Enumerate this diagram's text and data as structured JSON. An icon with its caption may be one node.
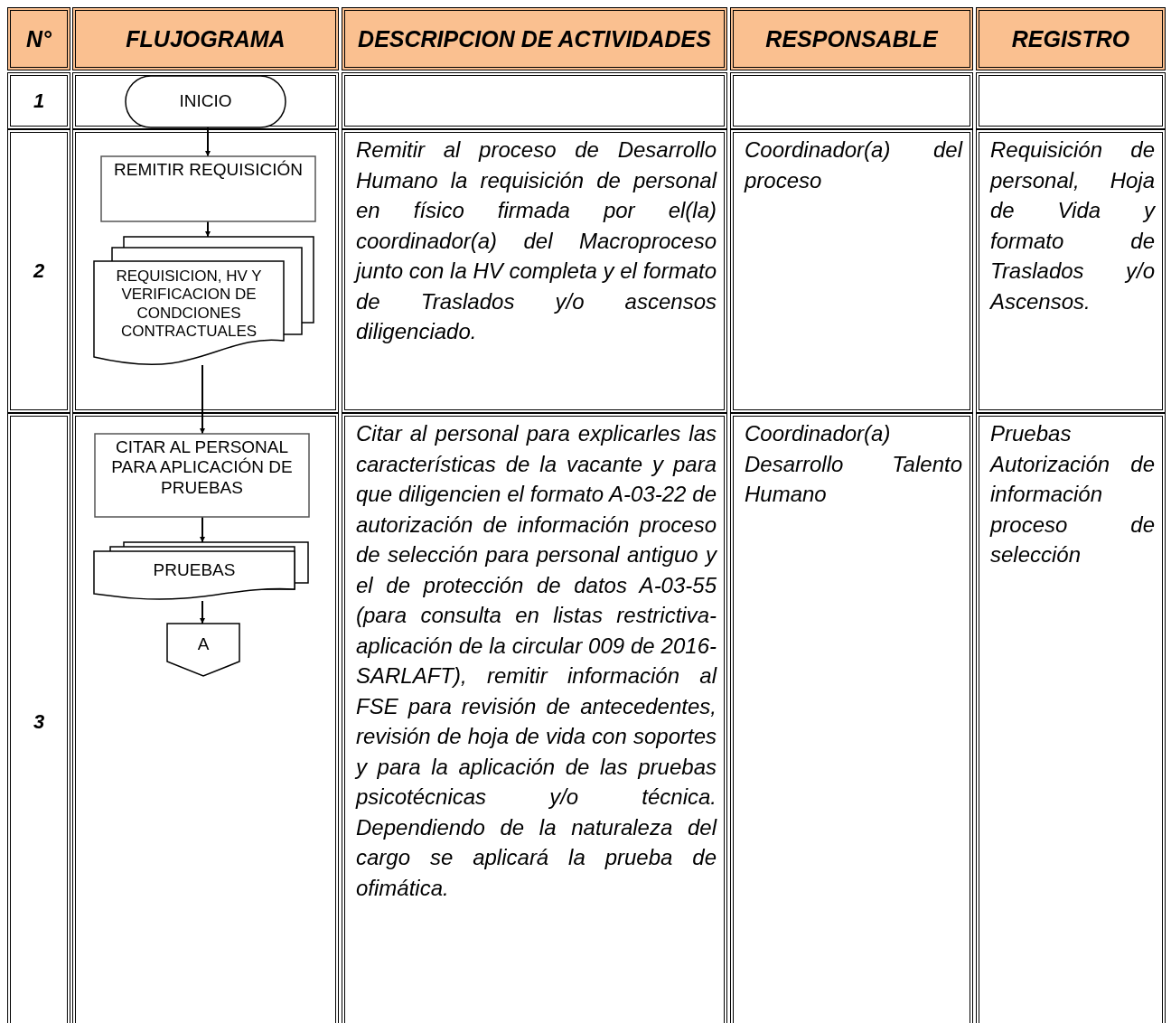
{
  "diagram": {
    "nodes": [
      {
        "text": [
          "INICIO"
        ]
      },
      {
        "text": [
          "REMITIR REQUISICIÓN"
        ]
      },
      {
        "text": [
          "REQUISICION, HV Y VERIFICACION DE CONDCIONES CONTRACTUALES"
        ]
      },
      {
        "text": [
          "CITAR AL PERSONAL PARA APLICACIÓN DE PRUEBAS"
        ]
      },
      {
        "text": [
          "PRUEBAS"
        ]
      },
      {
        "text": [
          "A"
        ]
      }
    ],
    "edges": [
      {
        "from": 0,
        "to": 1,
        "arrow": "to"
      },
      {
        "from": 1,
        "to": 2,
        "arrow": "to"
      },
      {
        "from": 2,
        "to": 3,
        "arrow": "to"
      },
      {
        "from": 3,
        "to": 4,
        "arrow": "to"
      },
      {
        "from": 4,
        "to": 5,
        "arrow": "to"
      }
    ],
    "labels": [
      "N°",
      "FLUJOGRAMA",
      "DESCRIPCION DE ACTIVIDADES",
      "RESPONSABLE",
      "REGISTRO",
      "1",
      "2",
      "Remitir al proceso de Desarrollo Humano la requisición de personal en físico firmada por el(la) coordinador(a) del Macroproceso junto con la HV completa y el formato de Traslados y/o ascensos diligenciado.",
      "Coordinador(a) del proceso",
      "Requisición de personal, Hoja de Vida y formato de Traslados y/o Ascensos.",
      "3",
      "Citar al personal para explicarles las características de la vacante y para que diligencien el formato A-03-22 de autorización de información proceso de selección para personal antiguo y el de protección de datos A-03-55 (para consulta en listas restrictiva- aplicación de la circular 009 de 2016-SARLAFT), remitir información al FSE para revisión de antecedentes, revisión de hoja de vida con soportes y para la aplicación de las pruebas psicotécnicas y/o técnica. Dependiendo de la naturaleza del cargo se aplicará la prueba de ofimática.",
      "Coordinador(a) Desarrollo Talento Humano",
      "Pruebas Autorización de información proceso de selección"
    ]
  }
}
